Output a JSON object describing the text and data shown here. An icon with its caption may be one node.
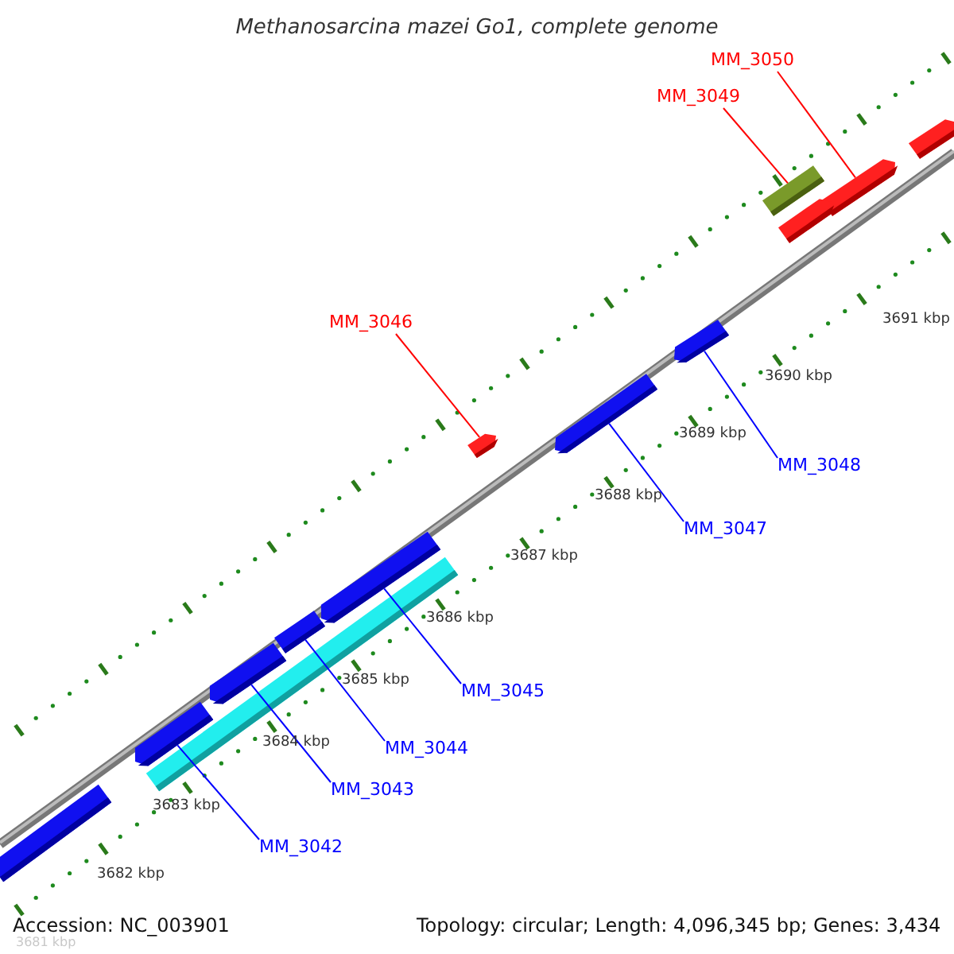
{
  "diagram": {
    "title": "Methanosarcina mazei Go1, complete genome",
    "nodes": [
      {
        "text": [
          "MM_3050"
        ]
      },
      {
        "text": [
          "MM_3049"
        ]
      },
      {
        "text": [
          "MM_3046"
        ]
      },
      {
        "text": [
          "MM_3048"
        ]
      },
      {
        "text": [
          "MM_3047"
        ]
      },
      {
        "text": [
          "MM_3045"
        ]
      },
      {
        "text": [
          "MM_3044"
        ]
      },
      {
        "text": [
          "MM_3043"
        ]
      },
      {
        "text": [
          "MM_3042"
        ]
      },
      {
        "text": [],
        "shape": "bar"
      },
      {
        "text": [],
        "shape": "bar"
      },
      {
        "text": [],
        "shape": "bar"
      },
      {
        "text": [],
        "shape": "bar"
      },
      {
        "text": [],
        "shape": "bar"
      },
      {
        "text": [],
        "shape": "bar"
      },
      {
        "text": [],
        "shape": "bar"
      },
      {
        "text": [],
        "shape": "bar"
      },
      {
        "text": [],
        "shape": "bar"
      },
      {
        "text": [],
        "shape": "bar"
      },
      {
        "text": [],
        "shape": "bar"
      },
      {
        "text": [],
        "shape": "bar"
      },
      {
        "text": [],
        "shape": "bar"
      }
    ],
    "edges": [
      {
        "from": 0,
        "to": 10,
        "arrow": "none",
        "color": "#ff0000"
      },
      {
        "from": 1,
        "to": 11,
        "arrow": "none",
        "color": "#ff0000"
      },
      {
        "from": 2,
        "to": 13,
        "arrow": "none",
        "color": "#ff0000"
      },
      {
        "from": 3,
        "to": 14,
        "arrow": "none"
      },
      {
        "from": 4,
        "to": 15,
        "arrow": "none"
      },
      {
        "from": 5,
        "to": 16,
        "arrow": "none"
      },
      {
        "from": 6,
        "to": 18,
        "arrow": "none"
      },
      {
        "from": 7,
        "to": 19,
        "arrow": "none"
      },
      {
        "from": 8,
        "to": 20,
        "arrow": "none"
      }
    ],
    "labels": [
      "3691 kbp",
      "3690 kbp",
      "3689 kbp",
      "3688 kbp",
      "3687 kbp",
      "3686 kbp",
      "3685 kbp",
      "3684 kbp",
      "3683 kbp",
      "3682 kbp",
      "Accession: NC_003901",
      "Topology: circular; Length: 4,096,345 bp; Genes: 3,434",
      "3681 kbp"
    ]
  }
}
